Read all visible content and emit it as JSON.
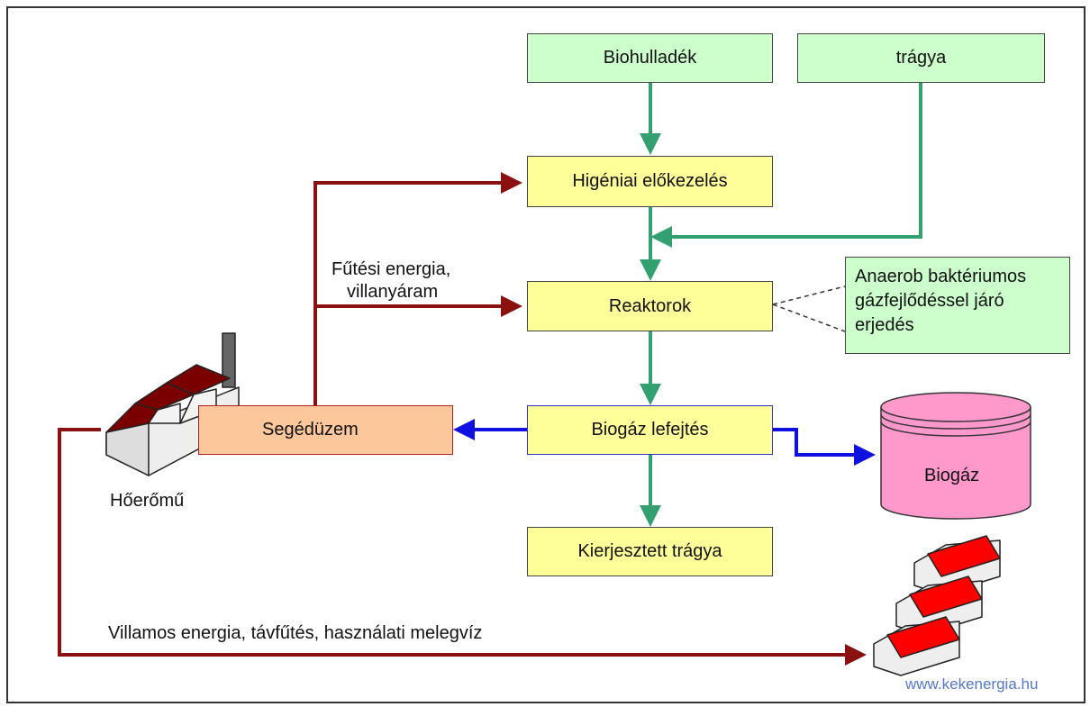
{
  "boxes": {
    "biohulladek": "Biohulladék",
    "tragya": "trágya",
    "higeniai": "Higéniai előkezelés",
    "reaktorok": "Reaktorok",
    "biogaz_lefejtes": "Biogáz lefejtés",
    "kierjesztett": "Kierjesztett trágya",
    "segeduzem": "Segédüzem"
  },
  "labels": {
    "futesi_line1": "Fűtési energia,",
    "futesi_line2": "villanyáram",
    "villamos": "Villamos energia, távfűtés, használati melegvíz",
    "hoeromu": "Hőerőmű",
    "biogaz_tank": "Biogáz"
  },
  "note": {
    "line1": "Anaerob baktériumos",
    "line2": "gázfejlődéssel járó",
    "line3": "erjedés"
  },
  "footer": {
    "url": "www.kekenergia.hu"
  },
  "colors": {
    "green_arrow": "#33a070",
    "red_arrow": "#8b1010",
    "blue_arrow": "#1010e0",
    "tank": "#ff99cc",
    "roof_red": "#ff0000",
    "factory_roof": "#7a0000"
  }
}
